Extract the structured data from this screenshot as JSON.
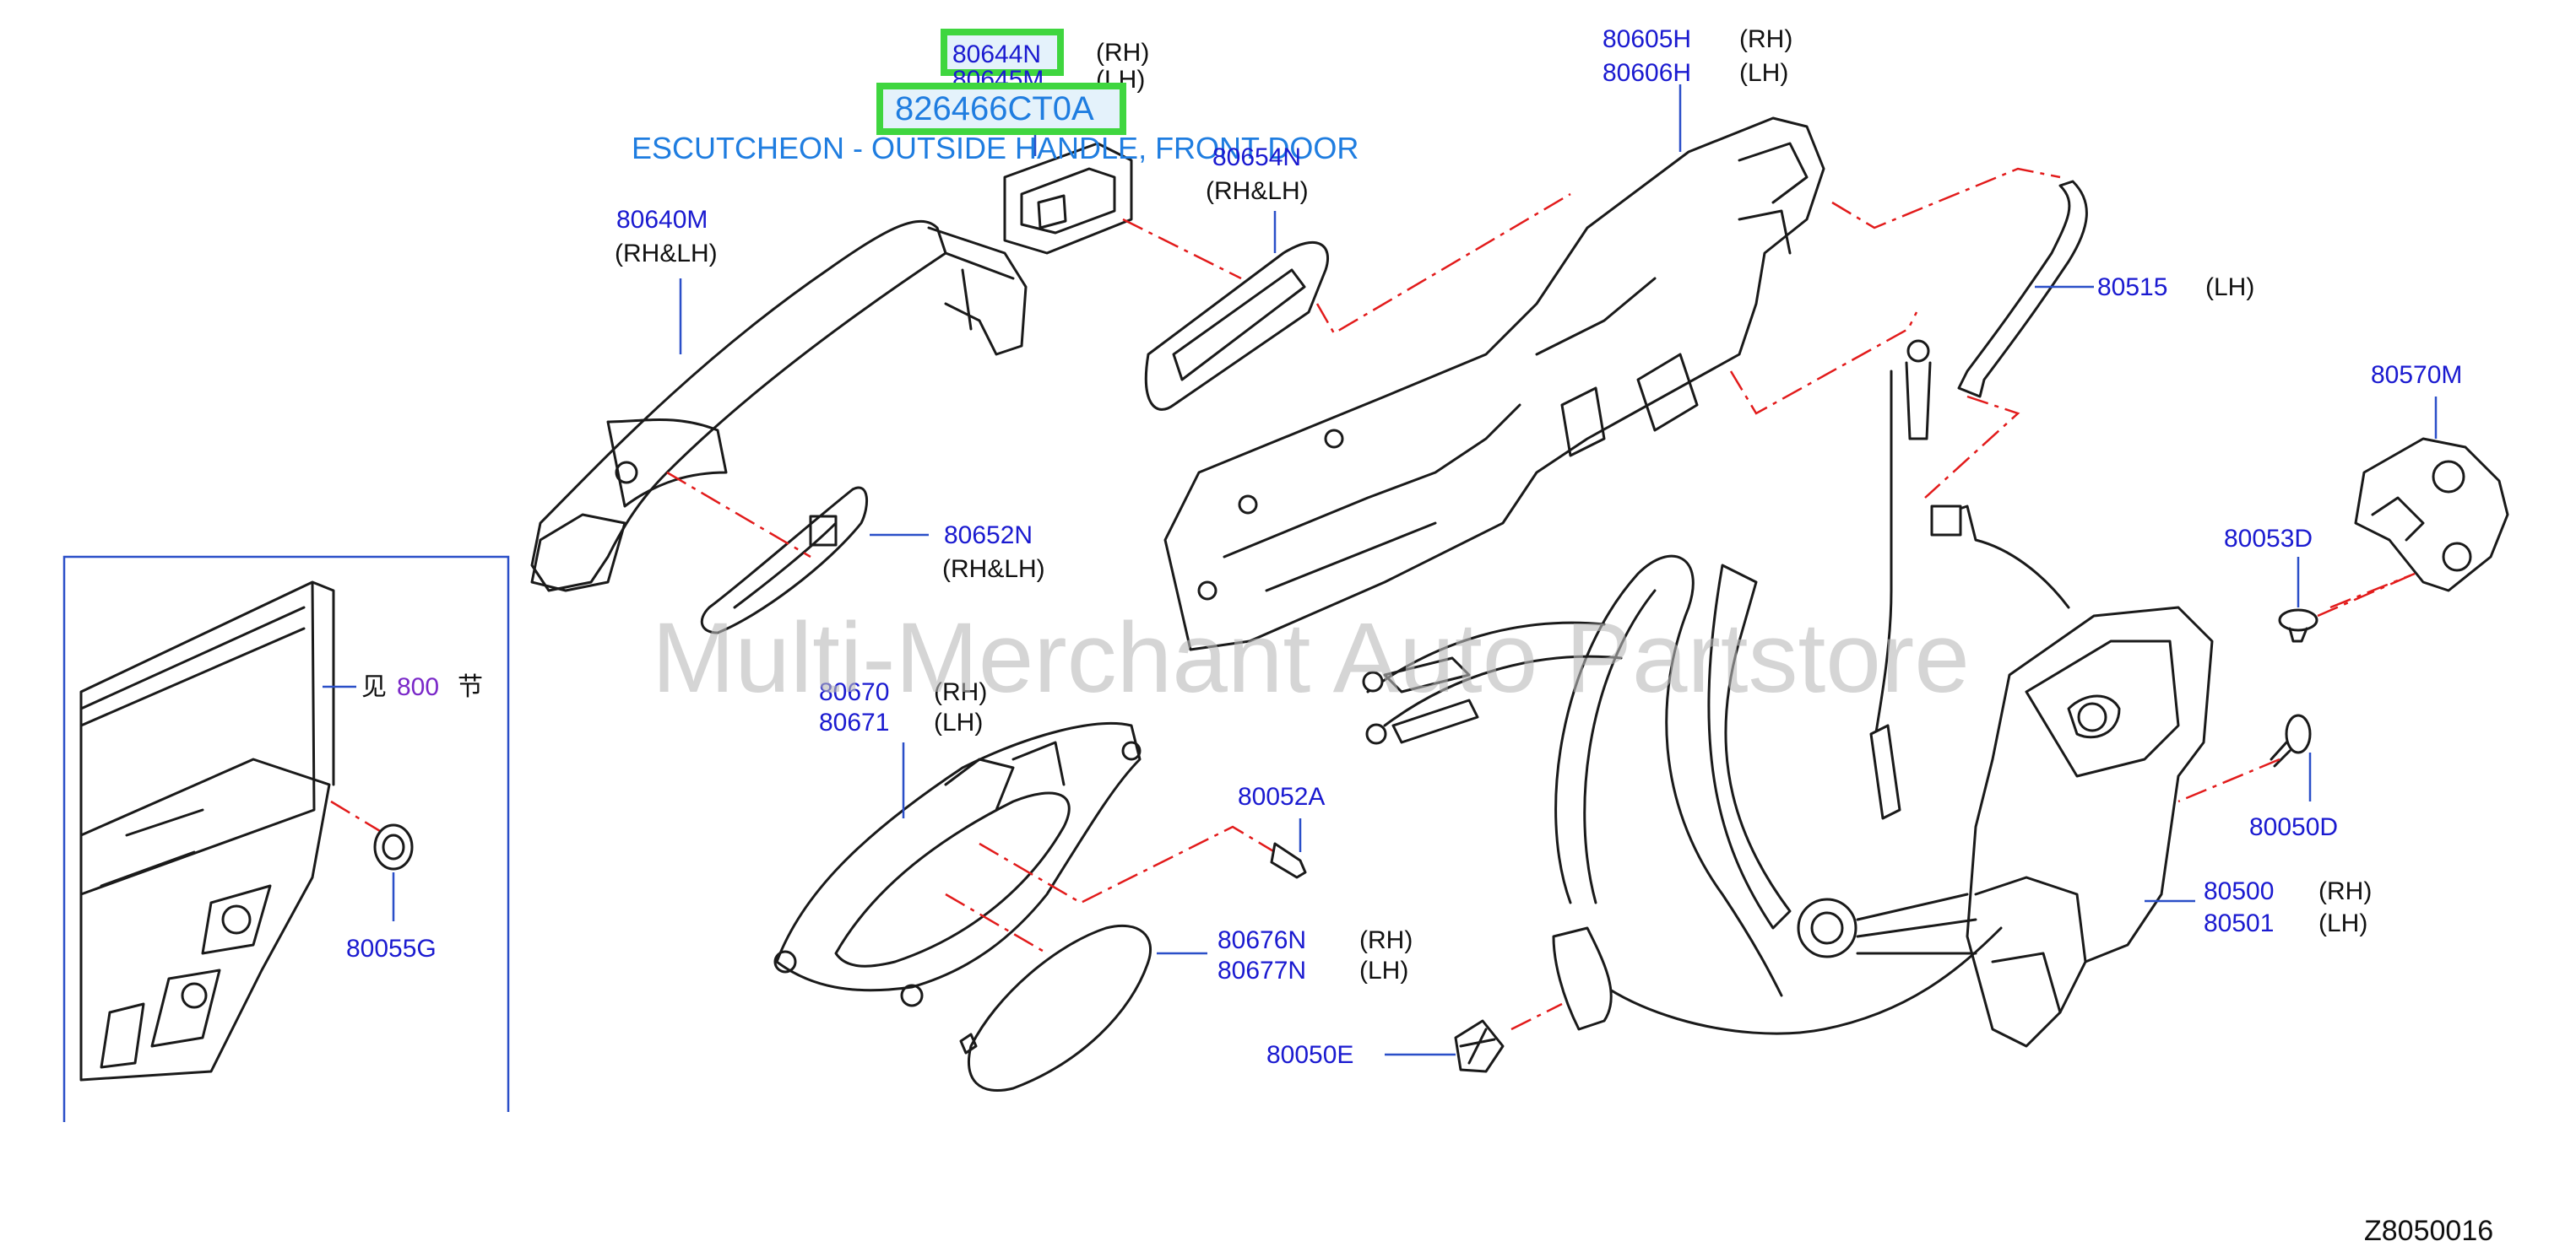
{
  "caption": "ESCUTCHEON - OUTSIDE HANDLE, FRONT DOOR",
  "highlighted_part": "826466CT0A",
  "watermark": "Multi-Merchant Auto Partstore",
  "figure_id": "Z8050016",
  "inset_reference": {
    "prefix": "见",
    "number": "800",
    "suffix": "节"
  },
  "labels": {
    "p80644N": "80644N",
    "p80644N_side": "(RH)",
    "p80645M": "80645M",
    "p80645M_side": "(LH)",
    "p80605H": "80605H",
    "p80605H_side": "(RH)",
    "p80606H": "80606H",
    "p80606H_side": "(LH)",
    "p80654N": "80654N",
    "p80654N_side": "(RH&LH)",
    "p80640M": "80640M",
    "p80640M_side": "(RH&LH)",
    "p80515": "80515",
    "p80515_side": "(LH)",
    "p80570M": "80570M",
    "p80652N": "80652N",
    "p80652N_side": "(RH&LH)",
    "p80053D": "80053D",
    "p80670": "80670",
    "p80670_side": "(RH)",
    "p80671": "80671",
    "p80671_side": "(LH)",
    "p80052A": "80052A",
    "p80050D": "80050D",
    "p80500": "80500",
    "p80500_side": "(RH)",
    "p80501": "80501",
    "p80501_side": "(LH)",
    "p80676N": "80676N",
    "p80676N_side": "(RH)",
    "p80677N": "80677N",
    "p80677N_side": "(LH)",
    "p80055G": "80055G",
    "p80050E": "80050E"
  },
  "colors": {
    "part_number": "#1a1ad0",
    "caption": "#1f7de0",
    "highlight": "#3fd63f",
    "dash_line": "#e21b1b",
    "leader": "#2a4fc8"
  }
}
